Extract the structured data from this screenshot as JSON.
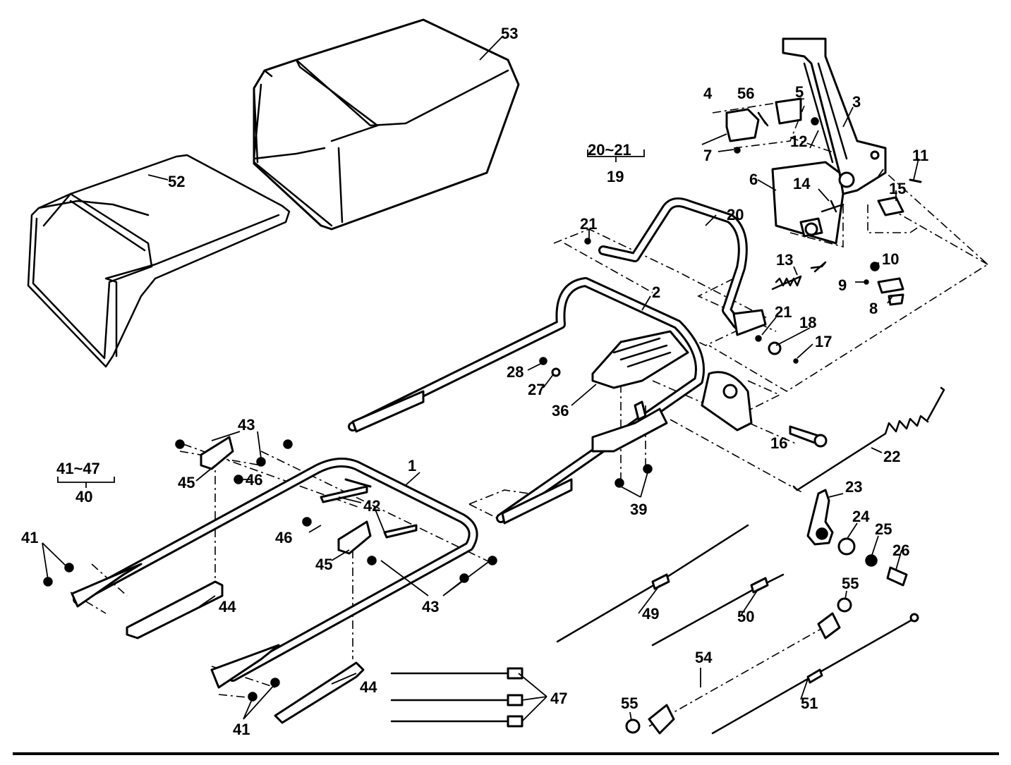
{
  "labels": {
    "p1": "1",
    "p2": "2",
    "p3": "3",
    "p4": "4",
    "p5": "5",
    "p6": "6",
    "p7": "7",
    "p8": "8",
    "p9": "9",
    "p10": "10",
    "p11": "11",
    "p12": "12",
    "p13": "13",
    "p14": "14",
    "p15": "15",
    "p16": "16",
    "p17": "17",
    "p18": "18",
    "p19": "19",
    "p19_range": "20~21",
    "p20": "20",
    "p21a": "21",
    "p21b": "21",
    "p22": "22",
    "p23": "23",
    "p24": "24",
    "p25": "25",
    "p26": "26",
    "p27": "27",
    "p28": "28",
    "p36": "36",
    "p39": "39",
    "p40": "40",
    "p40_range": "41~47",
    "p41a": "41",
    "p41b": "41",
    "p42": "42",
    "p43a": "43",
    "p43b": "43",
    "p44a": "44",
    "p44b": "44",
    "p45a": "45",
    "p45b": "45",
    "p46a": "46",
    "p46b": "46",
    "p47": "47",
    "p49": "49",
    "p50": "50",
    "p51": "51",
    "p52": "52",
    "p53": "53",
    "p54": "54",
    "p55a": "55",
    "p55b": "55",
    "p56": "56"
  }
}
